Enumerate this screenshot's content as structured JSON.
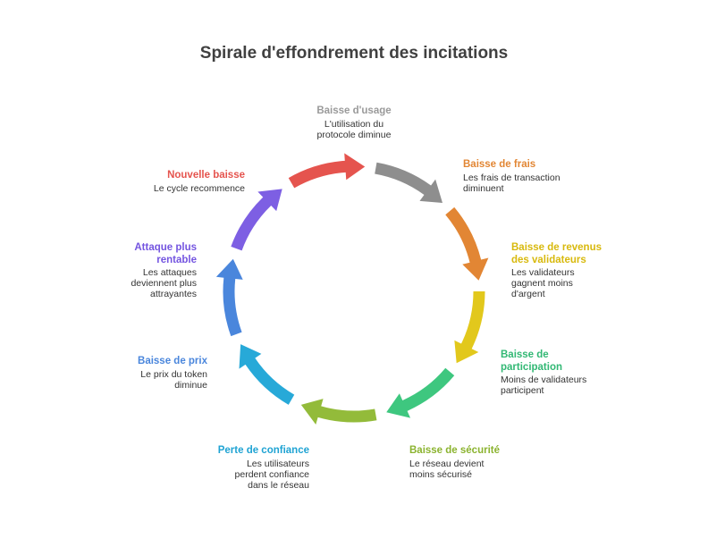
{
  "title": "Spirale d'effondrement des incitations",
  "steps": [
    {
      "title": "Baisse d'usage",
      "desc": "L'utilisation du protocole diminue",
      "color": "#8e8e8e"
    },
    {
      "title": "Baisse de frais",
      "desc": "Les frais de transaction diminuent",
      "color": "#e28634"
    },
    {
      "title": "Baisse de revenus des validateurs",
      "desc": "Les validateurs gagnent moins d'argent",
      "color": "#e2c81c"
    },
    {
      "title": "Baisse de participation",
      "desc": "Moins de validateurs participent",
      "color": "#3ec77f"
    },
    {
      "title": "Baisse de sécurité",
      "desc": "Le réseau devient moins sécurisé",
      "color": "#93bb3a"
    },
    {
      "title": "Perte de confiance",
      "desc": "Les utilisateurs perdent confiance dans le réseau",
      "color": "#27a9d8"
    },
    {
      "title": "Baisse de prix",
      "desc": "Le prix du token diminue",
      "color": "#4a86dc"
    },
    {
      "title": "Attaque plus rentable",
      "desc": "Les attaques deviennent plus attrayantes",
      "color": "#7d5fe3"
    },
    {
      "title": "Nouvelle baisse",
      "desc": "Le cycle recommence",
      "color": "#e5544e"
    }
  ]
}
